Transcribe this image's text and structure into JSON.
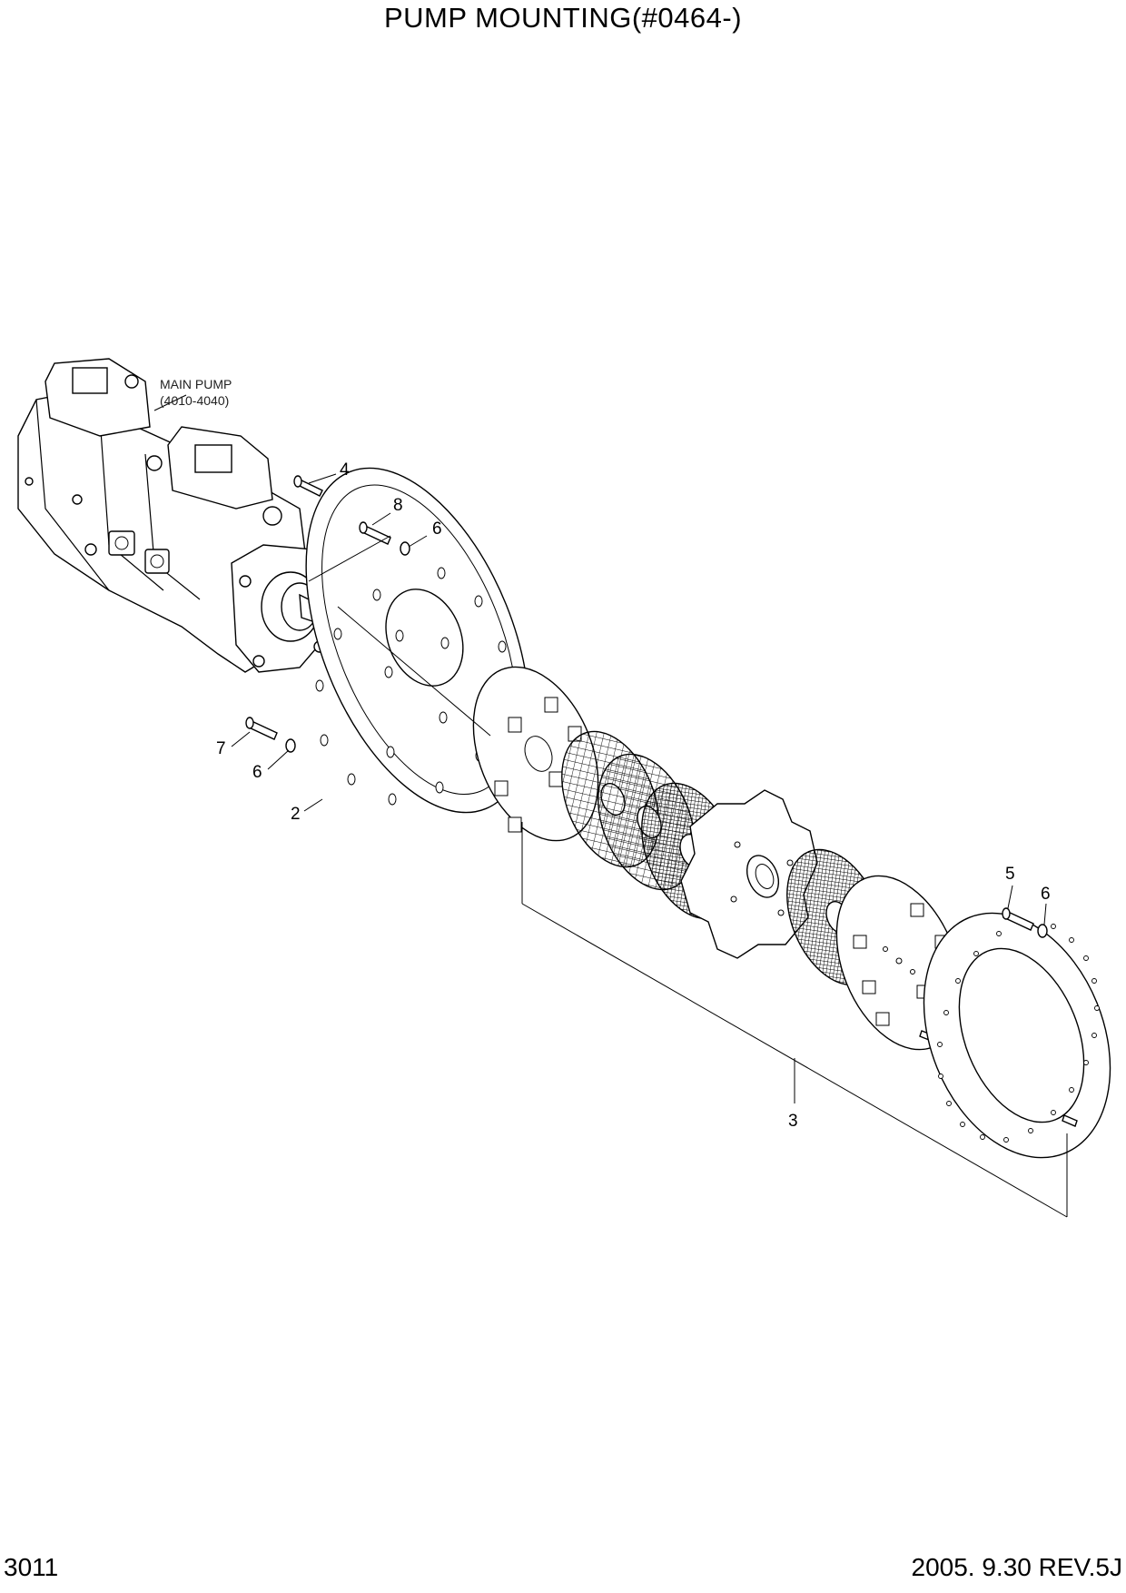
{
  "title": "PUMP MOUNTING(#0464-)",
  "page_number": "3011",
  "revision": "2005. 9.30 REV.5J",
  "annotation": {
    "line1": "MAIN PUMP",
    "line2": "(4010-4040)"
  },
  "callouts": {
    "c2": "2",
    "c3": "3",
    "c4": "4",
    "c5": "5",
    "c6a": "6",
    "c6b": "6",
    "c6c": "6",
    "c7": "7",
    "c8": "8"
  }
}
